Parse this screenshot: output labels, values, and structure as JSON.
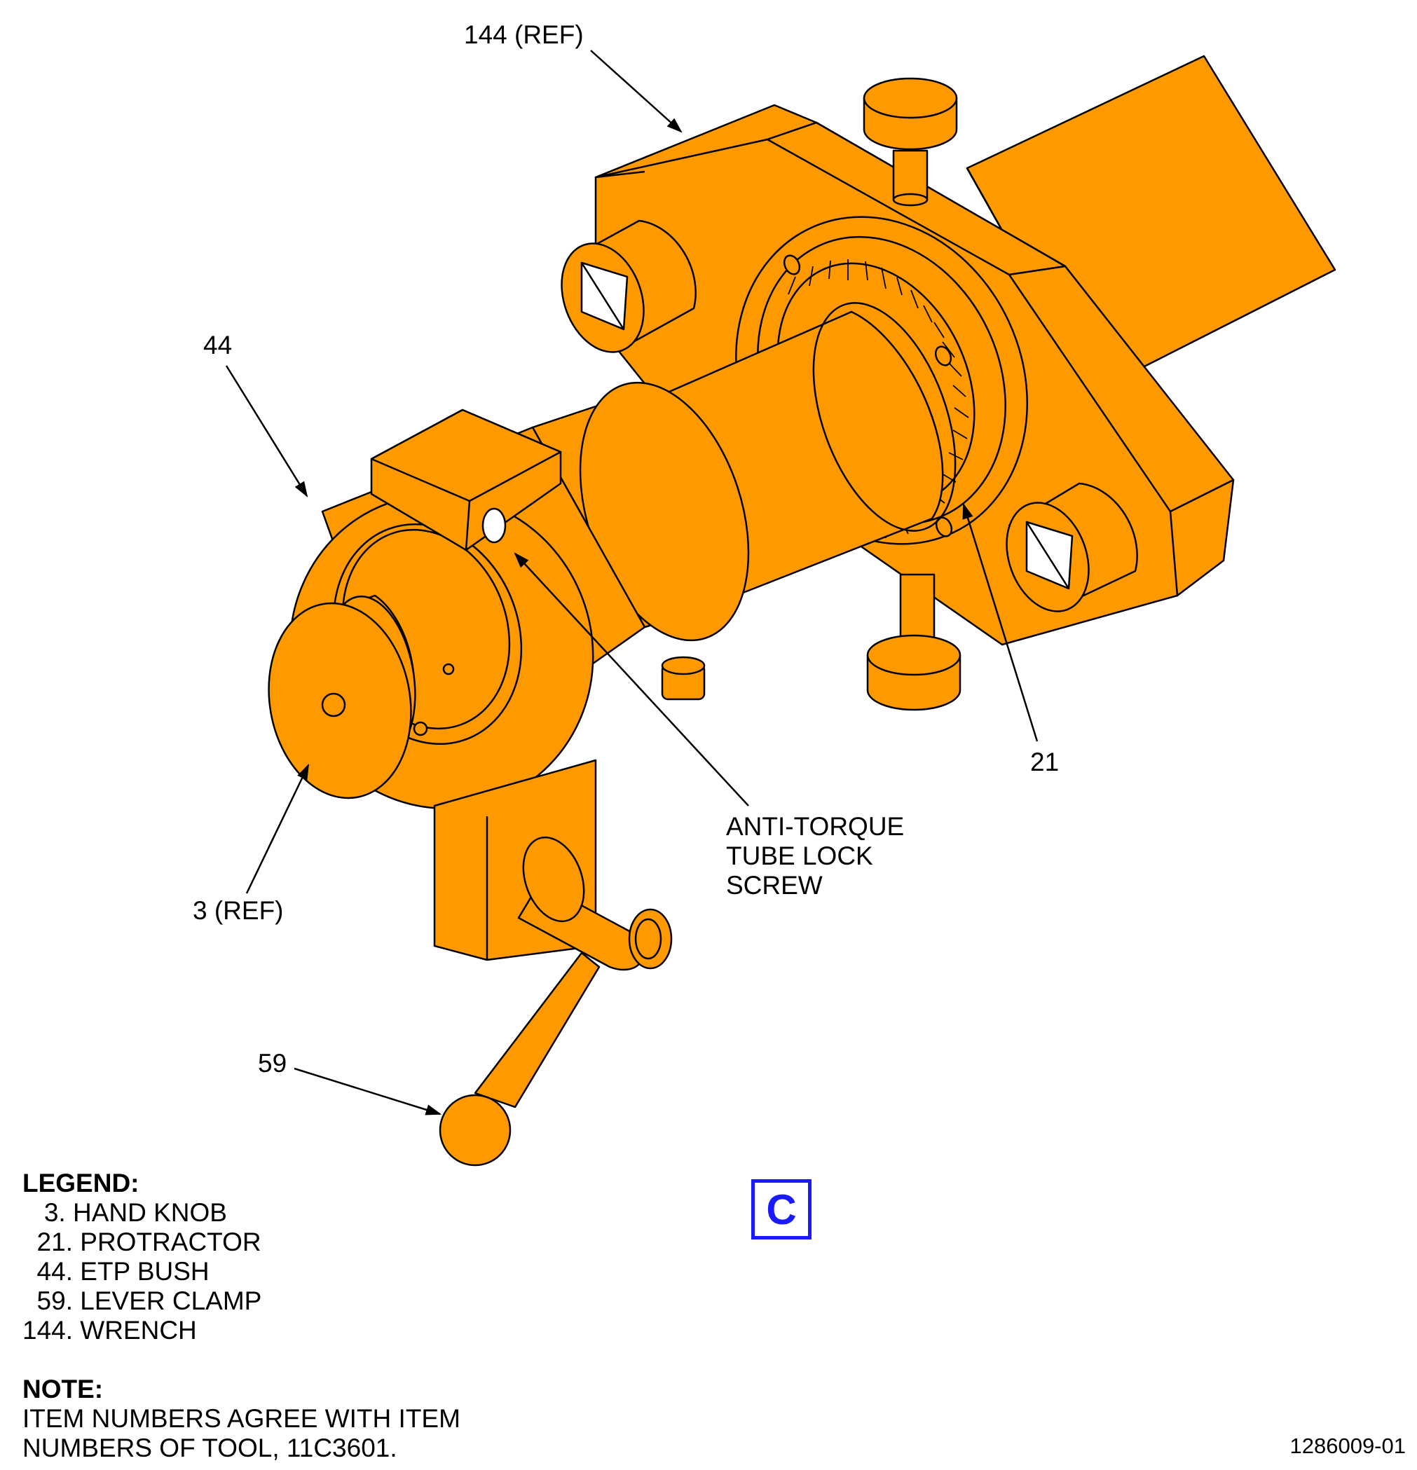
{
  "colors": {
    "part_fill": "#ff9900",
    "outline": "#000000",
    "view_letter": "#1a1aff"
  },
  "callouts": {
    "wrench_ref": "144 (REF)",
    "etp_bush": "44",
    "protractor": "21",
    "hand_knob_ref": "3 (REF)",
    "lever_clamp": "59",
    "anti_torque": [
      "ANTI-TORQUE",
      "TUBE LOCK",
      "SCREW"
    ]
  },
  "legend": {
    "heading": "LEGEND:",
    "items": [
      "   3. HAND KNOB",
      "  21. PROTRACTOR",
      "  44. ETP BUSH",
      "  59. LEVER CLAMP",
      "144. WRENCH"
    ]
  },
  "note": {
    "heading": "NOTE:",
    "lines": [
      "ITEM NUMBERS AGREE WITH ITEM",
      "NUMBERS OF TOOL, 11C3601."
    ]
  },
  "view_letter": "C",
  "figure_number": "1286009-01"
}
